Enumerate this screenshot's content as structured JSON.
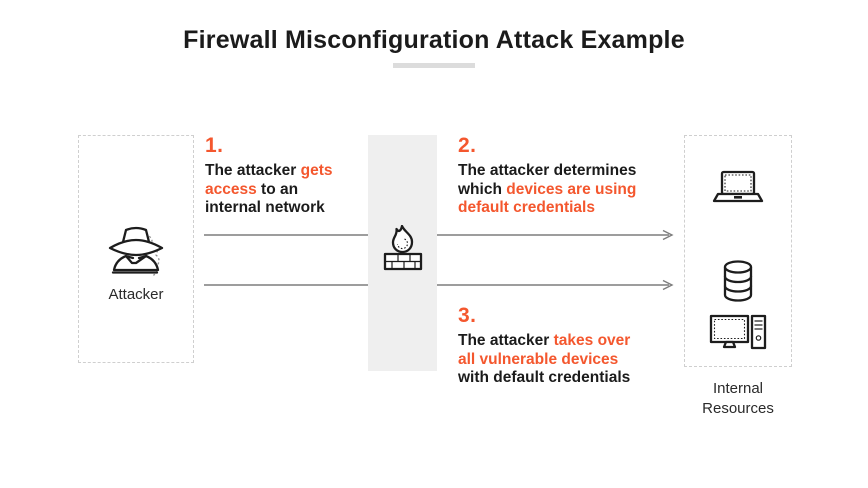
{
  "title": "Firewall Misconfiguration Attack Example",
  "colors": {
    "accent": "#f4572e",
    "text_dark": "#1b1b1b",
    "arrow_gray": "#7d7d7d",
    "bar_bg": "#efefef",
    "underline": "#dcdcdc",
    "dash": "#cfcfcf"
  },
  "attacker": {
    "label": "Attacker"
  },
  "resources": {
    "label": "Internal Resources",
    "icons": [
      "laptop-icon",
      "database-icon",
      "desktop-computer-icon"
    ]
  },
  "firewall": {
    "icon": "firewall-flame-brick-icon"
  },
  "steps": [
    {
      "number": "1.",
      "lines": [
        [
          {
            "t": "The attacker ",
            "a": false
          },
          {
            "t": "gets",
            "a": true
          }
        ],
        [
          {
            "t": "access",
            "a": true
          },
          {
            "t": " to an",
            "a": false
          }
        ],
        [
          {
            "t": "internal network",
            "a": false
          }
        ]
      ]
    },
    {
      "number": "2.",
      "lines": [
        [
          {
            "t": "The attacker determines",
            "a": false
          }
        ],
        [
          {
            "t": "which ",
            "a": false
          },
          {
            "t": "devices are using",
            "a": true
          }
        ],
        [
          {
            "t": "default credentials",
            "a": true
          }
        ]
      ]
    },
    {
      "number": "3.",
      "lines": [
        [
          {
            "t": "The attacker ",
            "a": false
          },
          {
            "t": "takes over",
            "a": true
          }
        ],
        [
          {
            "t": "all vulnerable devices",
            "a": true
          }
        ],
        [
          {
            "t": "with default credentials",
            "a": false
          }
        ]
      ]
    }
  ]
}
